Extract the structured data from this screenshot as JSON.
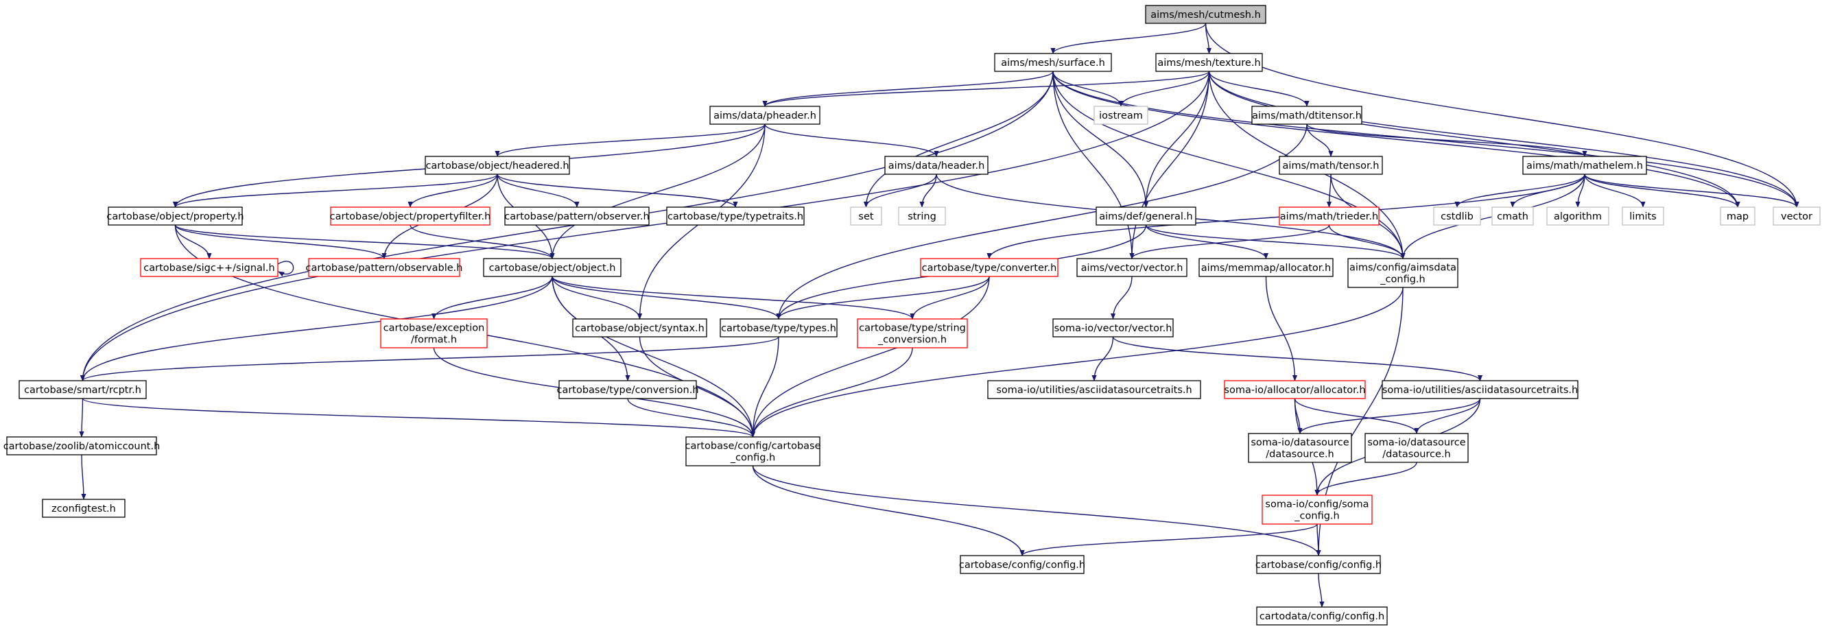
{
  "colors": {
    "edge": "#191970",
    "node_border": "#000000",
    "node_red_border": "#ff0000",
    "node_missing_border": "#bfbfbf",
    "root_fill": "#bfbfbf",
    "node_fill": "#ffffff"
  },
  "nodes": [
    {
      "id": "cutmesh",
      "lines": [
        "aims/mesh/cutmesh.h"
      ],
      "kind": "root"
    },
    {
      "id": "surface",
      "lines": [
        "aims/mesh/surface.h"
      ],
      "kind": "normal"
    },
    {
      "id": "texture",
      "lines": [
        "aims/mesh/texture.h"
      ],
      "kind": "normal"
    },
    {
      "id": "pheader",
      "lines": [
        "aims/data/pheader.h"
      ],
      "kind": "normal"
    },
    {
      "id": "iostream",
      "lines": [
        "iostream"
      ],
      "kind": "missing"
    },
    {
      "id": "dtitensor",
      "lines": [
        "aims/math/dtitensor.h"
      ],
      "kind": "normal"
    },
    {
      "id": "headered",
      "lines": [
        "cartobase/object/headered.h"
      ],
      "kind": "normal"
    },
    {
      "id": "header",
      "lines": [
        "aims/data/header.h"
      ],
      "kind": "normal"
    },
    {
      "id": "tensor",
      "lines": [
        "aims/math/tensor.h"
      ],
      "kind": "normal"
    },
    {
      "id": "mathelem",
      "lines": [
        "aims/math/mathelem.h"
      ],
      "kind": "normal"
    },
    {
      "id": "property",
      "lines": [
        "cartobase/object/property.h"
      ],
      "kind": "normal"
    },
    {
      "id": "propertyfilter",
      "lines": [
        "cartobase/object/propertyfilter.h"
      ],
      "kind": "red"
    },
    {
      "id": "observer",
      "lines": [
        "cartobase/pattern/observer.h"
      ],
      "kind": "normal"
    },
    {
      "id": "typetraits",
      "lines": [
        "cartobase/type/typetraits.h"
      ],
      "kind": "normal"
    },
    {
      "id": "set",
      "lines": [
        "set"
      ],
      "kind": "missing"
    },
    {
      "id": "string",
      "lines": [
        "string"
      ],
      "kind": "missing"
    },
    {
      "id": "general",
      "lines": [
        "aims/def/general.h"
      ],
      "kind": "normal"
    },
    {
      "id": "trieder",
      "lines": [
        "aims/math/trieder.h"
      ],
      "kind": "red"
    },
    {
      "id": "cstdlib",
      "lines": [
        "cstdlib"
      ],
      "kind": "missing"
    },
    {
      "id": "cmath",
      "lines": [
        "cmath"
      ],
      "kind": "missing"
    },
    {
      "id": "algorithm",
      "lines": [
        "algorithm"
      ],
      "kind": "missing"
    },
    {
      "id": "limits",
      "lines": [
        "limits"
      ],
      "kind": "missing"
    },
    {
      "id": "map",
      "lines": [
        "map"
      ],
      "kind": "missing"
    },
    {
      "id": "vector",
      "lines": [
        "vector"
      ],
      "kind": "missing"
    },
    {
      "id": "signal",
      "lines": [
        "cartobase/sigc++/signal.h"
      ],
      "kind": "red"
    },
    {
      "id": "observable",
      "lines": [
        "cartobase/pattern/observable.h"
      ],
      "kind": "red"
    },
    {
      "id": "object",
      "lines": [
        "cartobase/object/object.h"
      ],
      "kind": "normal"
    },
    {
      "id": "converter",
      "lines": [
        "cartobase/type/converter.h"
      ],
      "kind": "red"
    },
    {
      "id": "aimsvector",
      "lines": [
        "aims/vector/vector.h"
      ],
      "kind": "normal"
    },
    {
      "id": "allocator",
      "lines": [
        "aims/memmap/allocator.h"
      ],
      "kind": "normal"
    },
    {
      "id": "aimsdata_config",
      "lines": [
        "aims/config/aimsdata",
        "_config.h"
      ],
      "kind": "normal"
    },
    {
      "id": "exception_format",
      "lines": [
        "cartobase/exception",
        "/format.h"
      ],
      "kind": "red"
    },
    {
      "id": "syntax",
      "lines": [
        "cartobase/object/syntax.h"
      ],
      "kind": "normal"
    },
    {
      "id": "types",
      "lines": [
        "cartobase/type/types.h"
      ],
      "kind": "normal"
    },
    {
      "id": "string_conversion",
      "lines": [
        "cartobase/type/string",
        "_conversion.h"
      ],
      "kind": "red"
    },
    {
      "id": "soma_vector",
      "lines": [
        "soma-io/vector/vector.h"
      ],
      "kind": "normal"
    },
    {
      "id": "rcptr",
      "lines": [
        "cartobase/smart/rcptr.h"
      ],
      "kind": "normal"
    },
    {
      "id": "conversion",
      "lines": [
        "cartobase/type/conversion.h"
      ],
      "kind": "normal"
    },
    {
      "id": "ascii1",
      "lines": [
        "soma-io/utilities/asciidatasourcetraits.h"
      ],
      "kind": "normal"
    },
    {
      "id": "soma_allocator",
      "lines": [
        "soma-io/allocator/allocator.h"
      ],
      "kind": "red"
    },
    {
      "id": "ascii2",
      "lines": [
        "soma-io/utilities/asciidatasourcetraits.h"
      ],
      "kind": "normal"
    },
    {
      "id": "cartobase_config",
      "lines": [
        "cartobase/config/cartobase",
        "_config.h"
      ],
      "kind": "normal"
    },
    {
      "id": "atomiccount",
      "lines": [
        "cartobase/zoolib/atomiccount.h"
      ],
      "kind": "normal"
    },
    {
      "id": "datasource1",
      "lines": [
        "soma-io/datasource",
        "/datasource.h"
      ],
      "kind": "normal"
    },
    {
      "id": "datasource2",
      "lines": [
        "soma-io/datasource",
        "/datasource.h"
      ],
      "kind": "normal"
    },
    {
      "id": "zconfigtest",
      "lines": [
        "zconfigtest.h"
      ],
      "kind": "normal"
    },
    {
      "id": "soma_config",
      "lines": [
        "soma-io/config/soma",
        "_config.h"
      ],
      "kind": "red"
    },
    {
      "id": "config1",
      "lines": [
        "cartobase/config/config.h"
      ],
      "kind": "normal"
    },
    {
      "id": "config2",
      "lines": [
        "cartobase/config/config.h"
      ],
      "kind": "normal"
    },
    {
      "id": "cartodata_config",
      "lines": [
        "cartodata/config/config.h"
      ],
      "kind": "normal"
    }
  ],
  "edges": [
    [
      "cutmesh",
      "surface"
    ],
    [
      "cutmesh",
      "texture"
    ],
    [
      "cutmesh",
      "vector"
    ],
    [
      "surface",
      "pheader"
    ],
    [
      "surface",
      "iostream"
    ],
    [
      "surface",
      "set"
    ],
    [
      "surface",
      "general"
    ],
    [
      "surface",
      "aimsvector"
    ],
    [
      "surface",
      "aimsdata_config"
    ],
    [
      "surface",
      "map"
    ],
    [
      "surface",
      "vector"
    ],
    [
      "surface",
      "rcptr"
    ],
    [
      "texture",
      "pheader"
    ],
    [
      "texture",
      "iostream"
    ],
    [
      "texture",
      "dtitensor"
    ],
    [
      "texture",
      "general"
    ],
    [
      "texture",
      "aimsvector"
    ],
    [
      "texture",
      "aimsdata_config"
    ],
    [
      "texture",
      "map"
    ],
    [
      "texture",
      "vector"
    ],
    [
      "texture",
      "rcptr"
    ],
    [
      "pheader",
      "headered"
    ],
    [
      "pheader",
      "header"
    ],
    [
      "pheader",
      "property"
    ],
    [
      "pheader",
      "object"
    ],
    [
      "pheader",
      "syntax"
    ],
    [
      "dtitensor",
      "tensor"
    ],
    [
      "dtitensor",
      "mathelem"
    ],
    [
      "dtitensor",
      "types"
    ],
    [
      "headered",
      "property"
    ],
    [
      "headered",
      "propertyfilter"
    ],
    [
      "headered",
      "observer"
    ],
    [
      "headered",
      "typetraits"
    ],
    [
      "headered",
      "observable"
    ],
    [
      "headered",
      "object"
    ],
    [
      "header",
      "set"
    ],
    [
      "header",
      "string"
    ],
    [
      "header",
      "aimsdata_config"
    ],
    [
      "tensor",
      "trieder"
    ],
    [
      "tensor",
      "aimsdata_config"
    ],
    [
      "mathelem",
      "cstdlib"
    ],
    [
      "mathelem",
      "cmath"
    ],
    [
      "mathelem",
      "algorithm"
    ],
    [
      "mathelem",
      "limits"
    ],
    [
      "mathelem",
      "map"
    ],
    [
      "mathelem",
      "vector"
    ],
    [
      "mathelem",
      "aimsdata_config"
    ],
    [
      "mathelem",
      "converter"
    ],
    [
      "property",
      "signal"
    ],
    [
      "property",
      "observable"
    ],
    [
      "property",
      "object"
    ],
    [
      "property",
      "cartobase_config"
    ],
    [
      "propertyfilter",
      "object"
    ],
    [
      "signal",
      "signal"
    ],
    [
      "general",
      "types"
    ],
    [
      "general",
      "allocator"
    ],
    [
      "general",
      "aimsdata_config"
    ],
    [
      "trieder",
      "aimsvector"
    ],
    [
      "trieder",
      "aimsdata_config"
    ],
    [
      "object",
      "exception_format"
    ],
    [
      "object",
      "syntax"
    ],
    [
      "object",
      "types"
    ],
    [
      "object",
      "string_conversion"
    ],
    [
      "object",
      "rcptr"
    ],
    [
      "object",
      "conversion"
    ],
    [
      "object",
      "cartobase_config"
    ],
    [
      "converter",
      "types"
    ],
    [
      "converter",
      "string_conversion"
    ],
    [
      "converter",
      "cartobase_config"
    ],
    [
      "aimsvector",
      "soma_vector"
    ],
    [
      "allocator",
      "soma_allocator"
    ],
    [
      "aimsdata_config",
      "cartobase_config"
    ],
    [
      "aimsdata_config",
      "config2"
    ],
    [
      "exception_format",
      "cartobase_config"
    ],
    [
      "syntax",
      "cartobase_config"
    ],
    [
      "types",
      "rcptr"
    ],
    [
      "types",
      "cartobase_config"
    ],
    [
      "string_conversion",
      "cartobase_config"
    ],
    [
      "soma_vector",
      "ascii1"
    ],
    [
      "soma_vector",
      "ascii2"
    ],
    [
      "rcptr",
      "atomiccount"
    ],
    [
      "rcptr",
      "cartobase_config"
    ],
    [
      "conversion",
      "cartobase_config"
    ],
    [
      "soma_allocator",
      "datasource1"
    ],
    [
      "soma_allocator",
      "datasource2"
    ],
    [
      "soma_allocator",
      "soma_config"
    ],
    [
      "ascii2",
      "datasource1"
    ],
    [
      "ascii2",
      "datasource2"
    ],
    [
      "ascii2",
      "soma_config"
    ],
    [
      "cartobase_config",
      "config1"
    ],
    [
      "cartobase_config",
      "config2"
    ],
    [
      "atomiccount",
      "zconfigtest"
    ],
    [
      "datasource2",
      "soma_config"
    ],
    [
      "soma_config",
      "config1"
    ],
    [
      "soma_config",
      "config2"
    ],
    [
      "config2",
      "cartodata_config"
    ]
  ]
}
